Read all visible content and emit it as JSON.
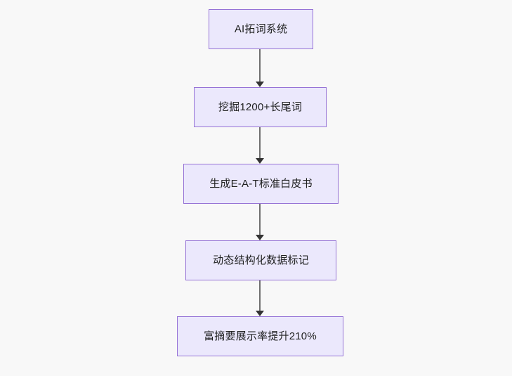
{
  "diagram": {
    "type": "flowchart",
    "direction": "top-to-bottom",
    "background_color": "#f8f8f8",
    "node_fill_color": "#ebe8fc",
    "node_border_color": "#9673d6",
    "node_text_color": "#1f2020",
    "edge_line_color": "#707070",
    "edge_arrow_color": "#333333",
    "nodes": [
      {
        "id": "n1",
        "label": "AI拓词系统"
      },
      {
        "id": "n2",
        "label": "挖掘1200+长尾词"
      },
      {
        "id": "n3",
        "label": "生成E-A-T标准白皮书"
      },
      {
        "id": "n4",
        "label": "动态结构化数据标记"
      },
      {
        "id": "n5",
        "label": "富摘要展示率提升210%"
      }
    ],
    "edges": [
      {
        "id": "e1",
        "from": "n1",
        "to": "n2",
        "label": ""
      },
      {
        "id": "e2",
        "from": "n2",
        "to": "n3",
        "label": ""
      },
      {
        "id": "e3",
        "from": "n3",
        "to": "n4",
        "label": ""
      },
      {
        "id": "e4",
        "from": "n4",
        "to": "n5",
        "label": ""
      }
    ]
  }
}
